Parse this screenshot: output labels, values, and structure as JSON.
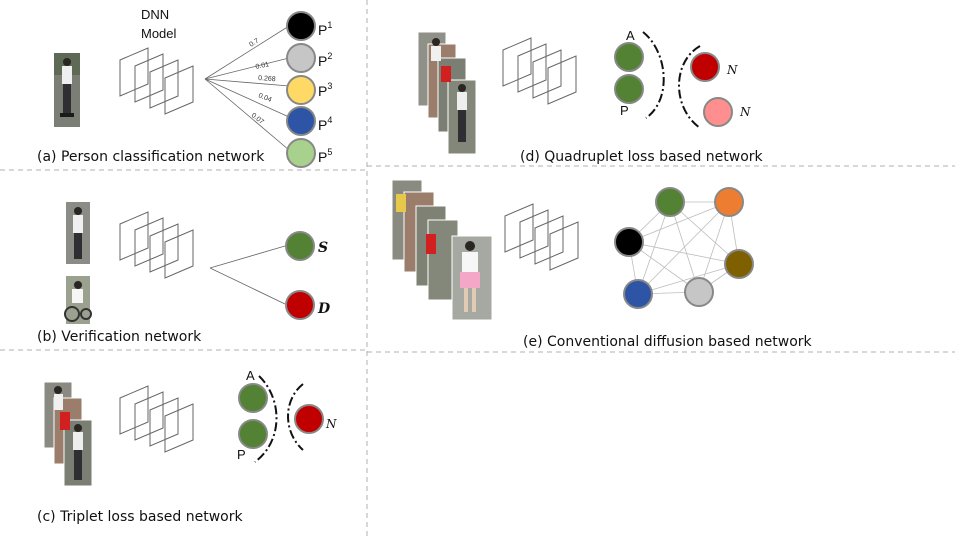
{
  "panels": {
    "a": {
      "caption": "(a) Person classification network",
      "model_label_line1": "DNN",
      "model_label_line2": "Model",
      "outputs": [
        {
          "label": "P",
          "sup": "1",
          "color": "#000000",
          "prob": "0.7"
        },
        {
          "label": "P",
          "sup": "2",
          "color": "#c6c6c6",
          "prob": "0.01"
        },
        {
          "label": "P",
          "sup": "3",
          "color": "#ffd966",
          "prob": "0.268"
        },
        {
          "label": "P",
          "sup": "4",
          "color": "#2e54a6",
          "prob": "0.04"
        },
        {
          "label": "P",
          "sup": "5",
          "color": "#a9d18e",
          "prob": "0.07"
        }
      ]
    },
    "b": {
      "caption": "(b) Verification network",
      "outputs": [
        {
          "label": "S",
          "color": "#548235"
        },
        {
          "label": "D",
          "color": "#c00000"
        }
      ]
    },
    "c": {
      "caption": "(c) Triplet loss based network",
      "anchor_label": "A",
      "positive_label": "P",
      "negative_label": "N",
      "colors": {
        "anchor": "#548235",
        "positive": "#548235",
        "negative": "#c00000"
      }
    },
    "d": {
      "caption": "(d) Quadruplet loss based network",
      "anchor_label": "A",
      "positive_label": "P",
      "negative_label_1": "N",
      "negative_label_2": "N",
      "colors": {
        "anchor": "#548235",
        "positive": "#548235",
        "negative1": "#c00000",
        "negative2": "#ff8f8f"
      }
    },
    "e": {
      "caption": "(e) Conventional diffusion based network",
      "nodes": [
        {
          "color": "#548235"
        },
        {
          "color": "#ed7d31"
        },
        {
          "color": "#7f6000"
        },
        {
          "color": "#c6c6c6"
        },
        {
          "color": "#2e54a6"
        },
        {
          "color": "#000000"
        }
      ]
    }
  }
}
